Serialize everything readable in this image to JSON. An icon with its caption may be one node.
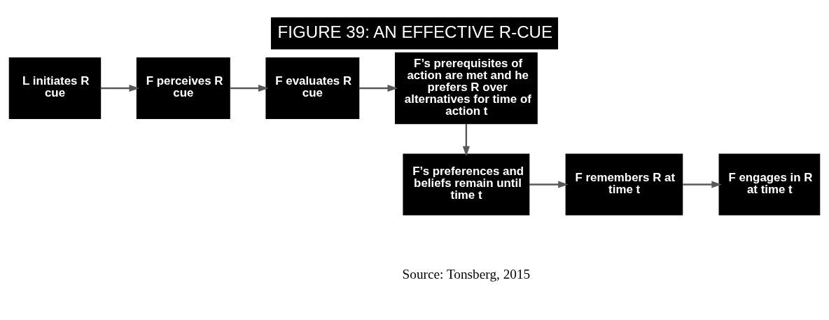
{
  "diagram": {
    "title": "FIGURE 39: AN EFFECTIVE R-CUE",
    "caption": "Source: Tonsberg, 2015",
    "nodes": [
      {
        "text": [
          "L initiates R cue"
        ]
      },
      {
        "text": [
          "F perceives R cue"
        ]
      },
      {
        "text": [
          "F evaluates R cue"
        ]
      },
      {
        "text": [
          "F’s prerequisites of action are met and he prefers R over alternatives for time of action t"
        ]
      },
      {
        "text": [
          "F’s preferences and beliefs remain until time t"
        ]
      },
      {
        "text": [
          "F remembers R at time t"
        ]
      },
      {
        "text": [
          "F engages in R at time t"
        ]
      }
    ],
    "edges": [
      {
        "from": 0,
        "to": 1,
        "arrow": "to"
      },
      {
        "from": 1,
        "to": 2,
        "arrow": "to"
      },
      {
        "from": 2,
        "to": 3,
        "arrow": "to"
      },
      {
        "from": 3,
        "to": 4,
        "arrow": "to"
      },
      {
        "from": 4,
        "to": 5,
        "arrow": "to"
      },
      {
        "from": 5,
        "to": 6,
        "arrow": "to"
      }
    ]
  }
}
